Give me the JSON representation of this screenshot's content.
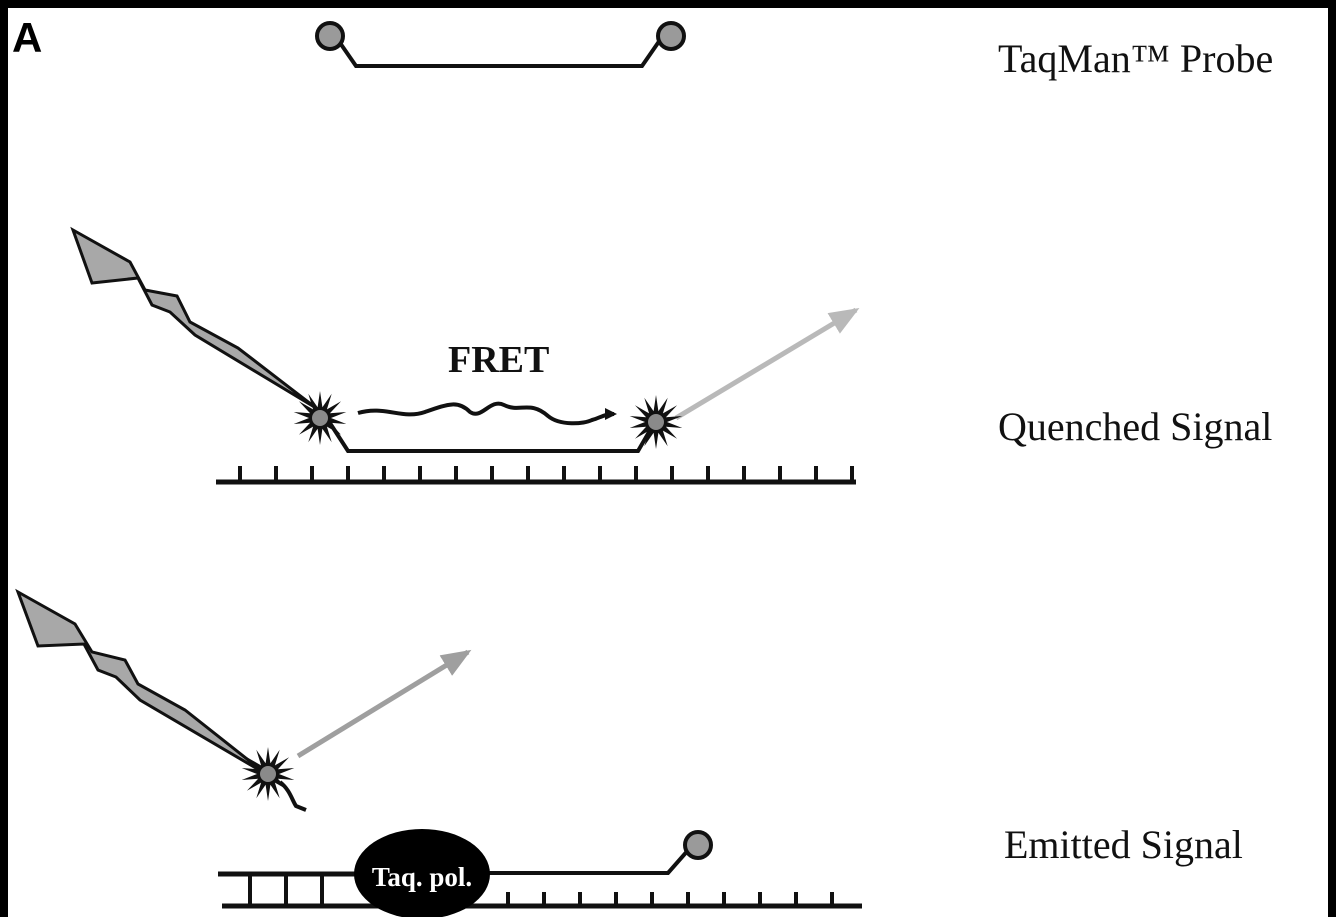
{
  "panel_label": "A",
  "labels": {
    "probe": "TaqMan™ Probe",
    "quenched": "Quenched Signal",
    "emitted": "Emitted Signal",
    "fret": "FRET",
    "polymerase": "Taq. pol."
  },
  "colors": {
    "ink": "#111111",
    "bead": "#9a9a9a",
    "lightning": "#a8a8a8",
    "emission_arrow": "#b9b9b9",
    "emission_arrow_2": "#9f9f9f",
    "frame": "#000000",
    "background": "#ffffff"
  },
  "icons": {
    "reporter": "starburst-icon",
    "quencher": "bead-icon",
    "excitation": "lightning-bolt-icon"
  }
}
